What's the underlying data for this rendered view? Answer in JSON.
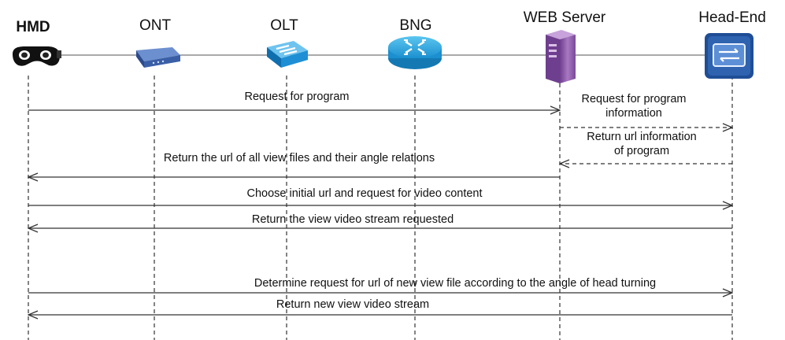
{
  "actors": [
    {
      "id": "hmd",
      "label": "HMD",
      "icon": "vr-headset-icon"
    },
    {
      "id": "ont",
      "label": "ONT",
      "icon": "ont-modem-icon"
    },
    {
      "id": "olt",
      "label": "OLT",
      "icon": "olt-switch-icon"
    },
    {
      "id": "bng",
      "label": "BNG",
      "icon": "bng-router-icon"
    },
    {
      "id": "web",
      "label": "WEB Server",
      "icon": "server-tower-icon"
    },
    {
      "id": "head",
      "label": "Head-End",
      "icon": "head-end-icon"
    }
  ],
  "messages": [
    {
      "from": "hmd",
      "to": "web",
      "style": "solid",
      "lines": [
        "Request for program"
      ]
    },
    {
      "from": "web",
      "to": "head",
      "style": "dashed",
      "lines": [
        "Request for program",
        "information"
      ]
    },
    {
      "from": "head",
      "to": "web",
      "style": "dashed",
      "lines": [
        "Return url information",
        "of program"
      ]
    },
    {
      "from": "web",
      "to": "hmd",
      "style": "solid",
      "lines": [
        "Return the url of all view files and their angle relations"
      ]
    },
    {
      "from": "hmd",
      "to": "head",
      "style": "solid",
      "lines": [
        "Choose initial url and request for video content"
      ]
    },
    {
      "from": "head",
      "to": "hmd",
      "style": "solid",
      "lines": [
        "Return the view video stream requested"
      ]
    },
    {
      "from": "hmd",
      "to": "head",
      "style": "solid",
      "lines": [
        "Determine request for url of new view file according to the angle of head turning"
      ]
    },
    {
      "from": "head",
      "to": "hmd",
      "style": "solid",
      "lines": [
        "Return new view video stream"
      ]
    }
  ],
  "colors": {
    "line": "#333333",
    "ont": "#3a5fa6",
    "olt": "#1e8fd4",
    "bng": "#29a7e0",
    "server": "#8e5aa8",
    "headend": "#2f63b0"
  }
}
